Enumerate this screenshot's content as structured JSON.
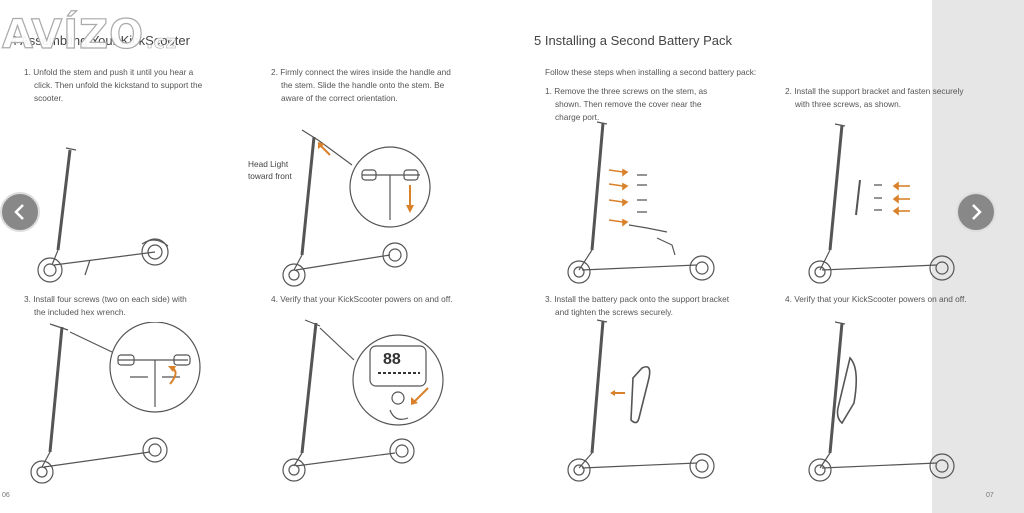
{
  "watermark": {
    "brand": "AVÍZO",
    "tld": ".cz"
  },
  "left_page": {
    "title": "4 Assembling Your KickScooter",
    "page_number": "06",
    "steps": [
      {
        "line1": "1. Unfold the stem and push it until you hear a",
        "rest": "click. Then unfold the kickstand to support the scooter."
      },
      {
        "line1": "2. Firmly connect the wires inside the handle and",
        "rest": "the stem. Slide the handle onto the stem. Be aware of the correct orientation."
      },
      {
        "line1": "3. Install four screws (two on each side) with",
        "rest": "the included hex wrench."
      },
      {
        "line1": "4. Verify that your KickScooter powers on and off.",
        "rest": ""
      }
    ],
    "note": {
      "line1": "Head Light",
      "line2": "toward front"
    },
    "display_digits": "88"
  },
  "right_page": {
    "title": "5 Installing a Second Battery Pack",
    "intro": "Follow these steps when installing a second battery pack:",
    "page_number": "07",
    "steps": [
      {
        "line1": "1. Remove the three screws on the stem, as",
        "rest": "shown. Then remove the cover near the charge port."
      },
      {
        "line1": "2. Install the support bracket and fasten securely",
        "rest": "with three screws, as shown."
      },
      {
        "line1": "3. Install the battery pack onto the support bracket",
        "rest": "and tighten the screws securely."
      },
      {
        "line1": "4. Verify that your KickScooter powers on and off.",
        "rest": ""
      }
    ]
  },
  "nav": {
    "prev_icon": "chevron-left-icon",
    "next_icon": "chevron-right-icon"
  },
  "colors": {
    "accent_arrow": "#d9822b",
    "margin_gray": "#e6e6e6",
    "nav_button": "#888888"
  }
}
